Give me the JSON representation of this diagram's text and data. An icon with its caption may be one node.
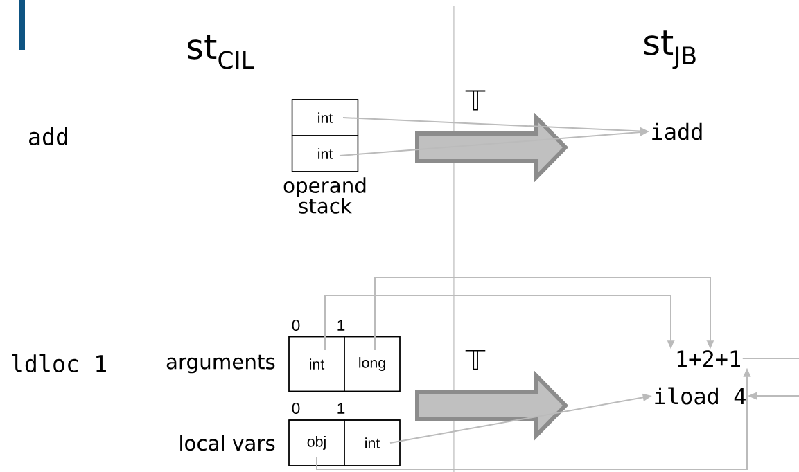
{
  "diagram": {
    "nodes": [
      {
        "text": [
          "operand stack"
        ]
      },
      {
        "text": [
          "int"
        ],
        "in": 0
      },
      {
        "text": [
          "int"
        ],
        "in": 0
      },
      {
        "text": [
          "iadd"
        ]
      },
      {
        "text": [
          "arguments"
        ]
      },
      {
        "text": [
          "int"
        ],
        "in": 4
      },
      {
        "text": [
          "long"
        ],
        "in": 4
      },
      {
        "text": [
          "local vars"
        ]
      },
      {
        "text": [
          "obj"
        ],
        "in": 7
      },
      {
        "text": [
          "int"
        ],
        "in": 7
      },
      {
        "text": [
          "1+2+1"
        ]
      },
      {
        "text": [
          "iload 4"
        ]
      }
    ],
    "edges": [
      {
        "from": 1,
        "to": 3,
        "arrow": "to"
      },
      {
        "from": 2,
        "to": 3,
        "arrow": "to"
      },
      {
        "from": 5,
        "to": 10,
        "arrow": "to"
      },
      {
        "from": 6,
        "to": 10,
        "arrow": "to"
      },
      {
        "from": 9,
        "to": 11,
        "arrow": "to"
      },
      {
        "from": 8,
        "to": 10,
        "arrow": "to"
      },
      {
        "from": 10,
        "to": null,
        "arrow": "none"
      },
      {
        "from": null,
        "to": 11,
        "arrow": "to"
      }
    ],
    "labels": [
      "st$_{CIL}$",
      "st$_{JB}$",
      "𝕋",
      "add",
      "0",
      "1",
      "ldloc 1",
      "𝕋",
      "0",
      "1"
    ]
  }
}
